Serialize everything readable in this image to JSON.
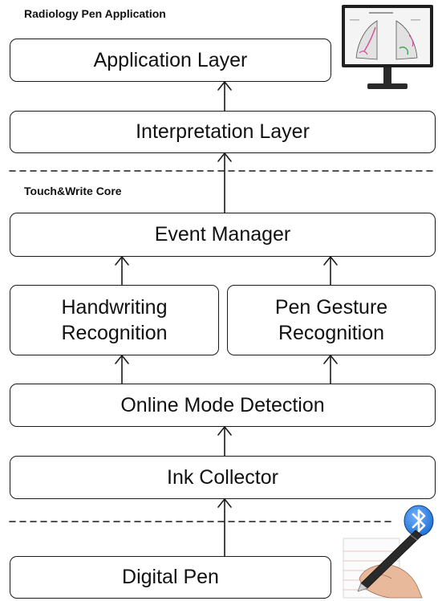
{
  "diagram": {
    "sections": {
      "radiology_pen_application": "Radiology Pen Application",
      "touch_write_core": "Touch&Write Core"
    },
    "boxes": {
      "application_layer": "Application Layer",
      "interpretation_layer": "Interpretation Layer",
      "event_manager": "Event Manager",
      "handwriting_recognition": [
        "Handwriting",
        "Recognition"
      ],
      "pen_gesture_recognition": [
        "Pen Gesture",
        "Recognition"
      ],
      "online_mode_detection": "Online Mode Detection",
      "ink_collector": "Ink Collector",
      "digital_pen": "Digital Pen"
    },
    "connections": [
      {
        "from": "digital_pen",
        "to": "ink_collector"
      },
      {
        "from": "ink_collector",
        "to": "online_mode_detection"
      },
      {
        "from": "online_mode_detection",
        "to": "handwriting_recognition"
      },
      {
        "from": "online_mode_detection",
        "to": "pen_gesture_recognition"
      },
      {
        "from": "handwriting_recognition",
        "to": "event_manager"
      },
      {
        "from": "pen_gesture_recognition",
        "to": "event_manager"
      },
      {
        "from": "event_manager",
        "to": "interpretation_layer"
      },
      {
        "from": "interpretation_layer",
        "to": "application_layer"
      }
    ],
    "icons": {
      "monitor": "monitor-icon",
      "bluetooth": "bluetooth-icon",
      "digital_pen": "digital-pen-icon"
    },
    "colors": {
      "stroke": "#1a1a1a",
      "bluetooth_blue": "#1e6fd1",
      "annotation_pink": "#d44f9a",
      "annotation_green": "#3aa34a"
    }
  }
}
